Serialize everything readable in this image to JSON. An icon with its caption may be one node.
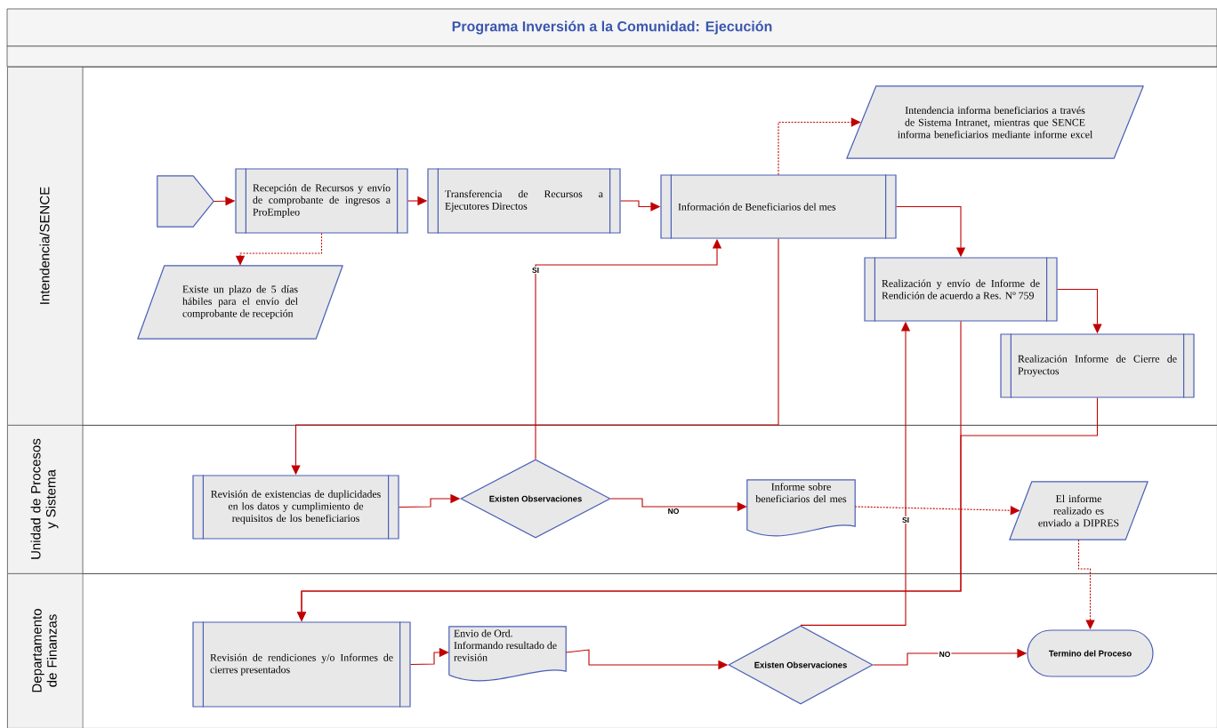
{
  "diagram": {
    "title": "Programa Inversión a la Comunidad: Ejecución",
    "nodes": [
      {
        "text": [
          "Intendencia/SENCE"
        ]
      },
      {
        "text": [
          "Unidad de Procesos y Sistema"
        ]
      },
      {
        "text": [
          "Departamento de Finanzas"
        ]
      },
      {
        "text": [],
        "shape": "pentagon",
        "in": 0
      },
      {
        "text": [
          "Recepción de Recursos y envío de comprobante de ingresos a ProEmpleo"
        ],
        "in": 0
      },
      {
        "text": [
          "Existe un plazo de 5 días hábiles para el envío del comprobante de recepción"
        ],
        "in": 0
      },
      {
        "text": [
          "Transferencia de Recursos a Ejecutores Directos"
        ],
        "in": 0
      },
      {
        "text": [
          "Información de Beneficiarios del mes"
        ],
        "in": 0
      },
      {
        "text": [
          "Intendencia informa beneficiarios a través de Sistema Intranet, mientras que SENCE informa beneficiarios mediante informe excel"
        ],
        "in": 0
      },
      {
        "text": [
          "Realización y envío de Informe de Rendición de acuerdo a Res. Nº 759"
        ],
        "in": 0
      },
      {
        "text": [
          "Realización Informe de Cierre de Proyectos"
        ],
        "in": 0
      },
      {
        "text": [
          "Revisión de existencias de duplicidades en los datos y cumplimiento de requisitos de los beneficiarios"
        ],
        "in": 1
      },
      {
        "text": [
          "Existen Observaciones"
        ],
        "in": 1
      },
      {
        "text": [
          "Informe sobre beneficiarios del mes"
        ],
        "in": 1
      },
      {
        "text": [
          "El informe realizado es enviado a DIPRES"
        ],
        "in": 1
      },
      {
        "text": [
          "Revisión de rendiciones y/o Informes de cierres presentados"
        ],
        "in": 2
      },
      {
        "text": [
          "Envio de Ord. Informando resultado de revisión"
        ],
        "in": 2
      },
      {
        "text": [
          "Existen Observaciones"
        ],
        "in": 2
      },
      {
        "text": [
          "Termino del Proceso"
        ],
        "in": 2
      }
    ],
    "edges": [
      {
        "from": 3,
        "to": 4,
        "arrow": "to"
      },
      {
        "from": 4,
        "to": 5,
        "arrow": "to",
        "style": "dashed"
      },
      {
        "from": 4,
        "to": 6,
        "arrow": "to"
      },
      {
        "from": 6,
        "to": 7,
        "arrow": "to"
      },
      {
        "from": 7,
        "to": 8,
        "arrow": "to",
        "style": "dashed"
      },
      {
        "from": 7,
        "to": 9,
        "arrow": "to"
      },
      {
        "from": 9,
        "to": 10,
        "arrow": "to"
      },
      {
        "from": 7,
        "to": 11,
        "arrow": "to"
      },
      {
        "from": 11,
        "to": 12,
        "arrow": "to"
      },
      {
        "from": 12,
        "to": 7,
        "arrow": "to",
        "label": "SI"
      },
      {
        "from": 12,
        "to": 13,
        "arrow": "to",
        "label": "NO"
      },
      {
        "from": 13,
        "to": 14,
        "arrow": "to",
        "style": "dashed"
      },
      {
        "from": 14,
        "to": 18,
        "arrow": "to",
        "style": "dashed"
      },
      {
        "from": 9,
        "to": 15,
        "arrow": "to"
      },
      {
        "from": 10,
        "to": 15,
        "arrow": "to"
      },
      {
        "from": 15,
        "to": 16,
        "arrow": "to"
      },
      {
        "from": 16,
        "to": 17,
        "arrow": "to"
      },
      {
        "from": 17,
        "to": 9,
        "arrow": "to",
        "label": "SI"
      },
      {
        "from": 17,
        "to": 18,
        "arrow": "to",
        "label": "NO"
      }
    ]
  }
}
